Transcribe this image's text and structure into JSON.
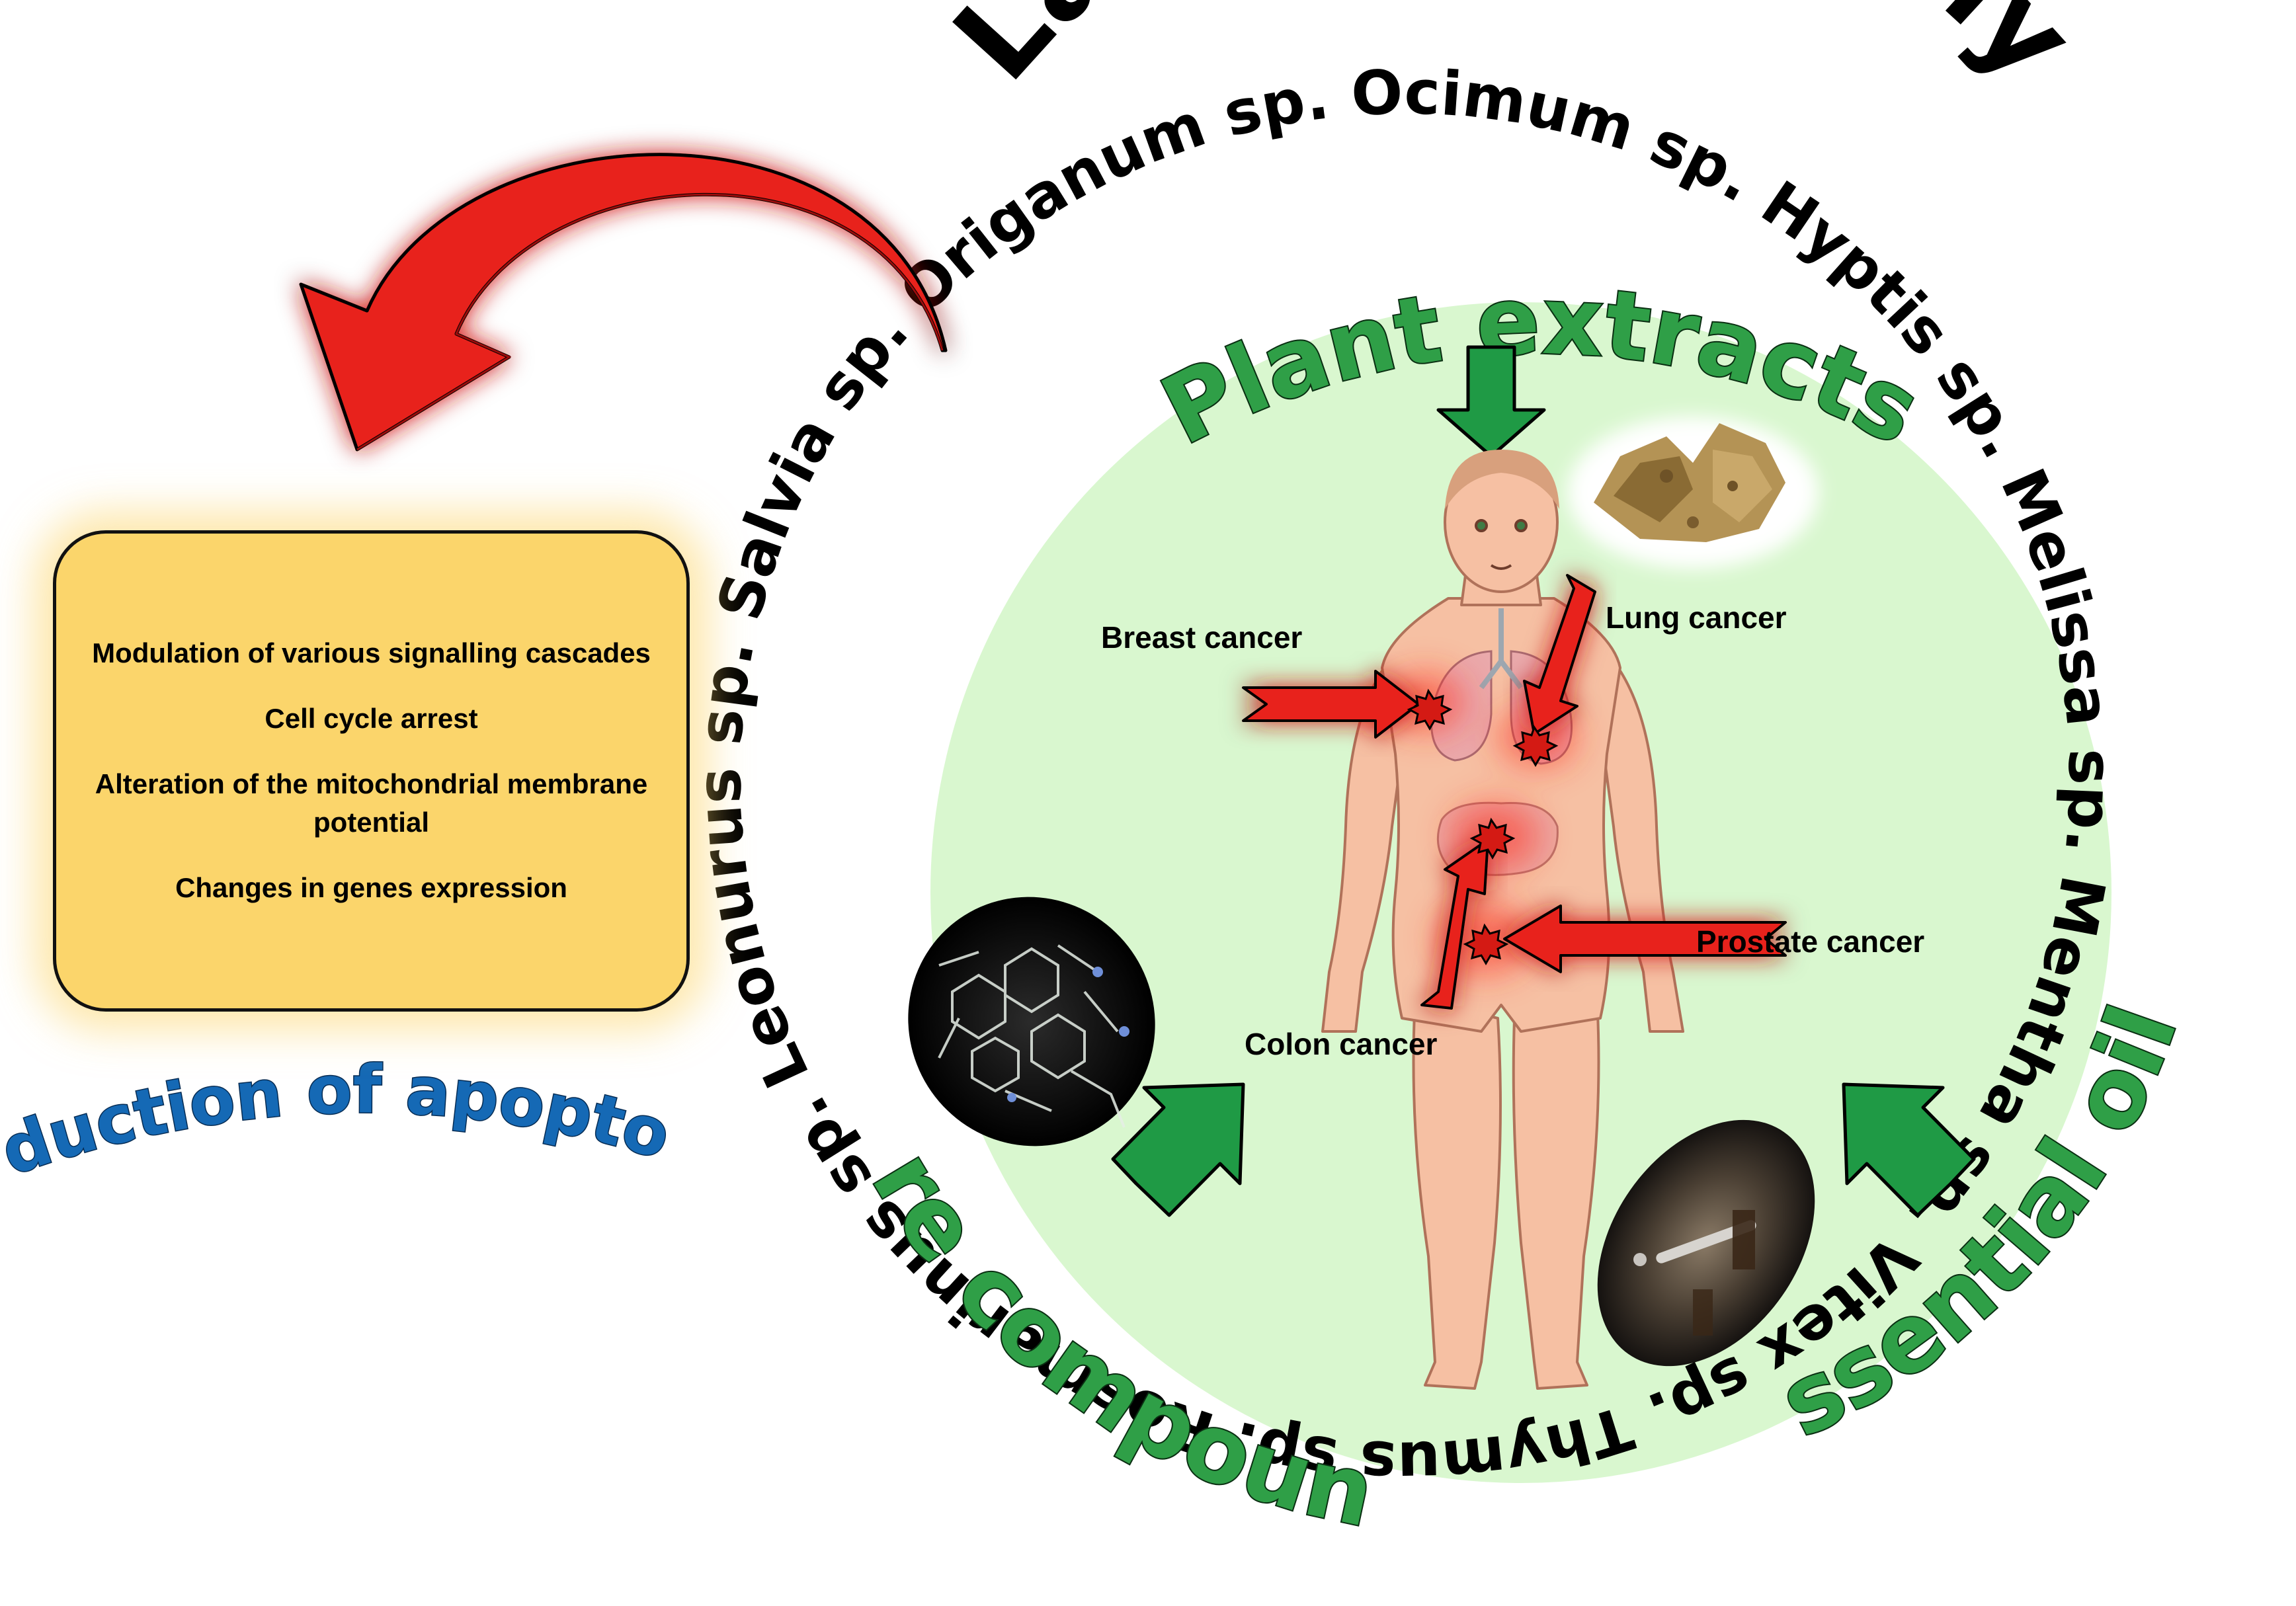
{
  "title": "Lamiaceae family",
  "species_ring": "Leonurus sp. Salvia sp. Origanum sp. Ocimum sp. Hyptis sp. Melissa sp. Mentha sp. Vitex sp. Thymus sp. Rosmarinus sp. Nepeta sp.",
  "sources": {
    "plant_extracts": "Plant extracts",
    "pure_compounds": "Pure compounds",
    "essential_oils": "Essential oils"
  },
  "cancers": {
    "breast": "Breast cancer",
    "lung": "Lung cancer",
    "colon": "Colon cancer",
    "prostate": "Prostate cancer"
  },
  "mechanisms": [
    "Modulation of various signalling cascades",
    "Cell cycle arrest",
    "Alteration of the mitochondrial membrane potential",
    "Changes in genes expression"
  ],
  "outcome": "Induction of apoptosis",
  "colors": {
    "circle_fill": "#d9f7cf",
    "green_text": "#2f9f47",
    "green_arrow": "#1f9a45",
    "red_arrow": "#e8211b",
    "box_fill": "#fbd56b",
    "apoptosis_text": "#1569b5",
    "skin": "#f6c0a3"
  }
}
